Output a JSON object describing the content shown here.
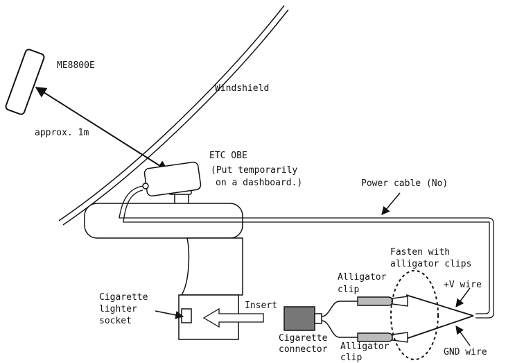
{
  "labels": {
    "antenna": "ME8800E",
    "windshield": "Windshield",
    "distance": "approx. 1m",
    "obe_title": "ETC OBE",
    "obe_note_1": "(Put temporarily",
    "obe_note_2": "on a dashboard.)",
    "power_cable": "Power cable (No)",
    "fasten_1": "Fasten with",
    "fasten_2": "alligator clips",
    "clip_top_1": "Alligator",
    "clip_top_2": "clip",
    "plus_v": "+V wire",
    "socket_1": "Cigarette",
    "socket_2": "lighter",
    "socket_3": "socket",
    "insert": "Insert",
    "connector_1": "Cigarette",
    "connector_2": "connector",
    "clip_bottom_1": "Alligator",
    "clip_bottom_2": "clip",
    "gnd": "GND wire"
  },
  "colors": {
    "ink": "#111111",
    "connector_fill": "#777777",
    "background": "#ffffff"
  }
}
